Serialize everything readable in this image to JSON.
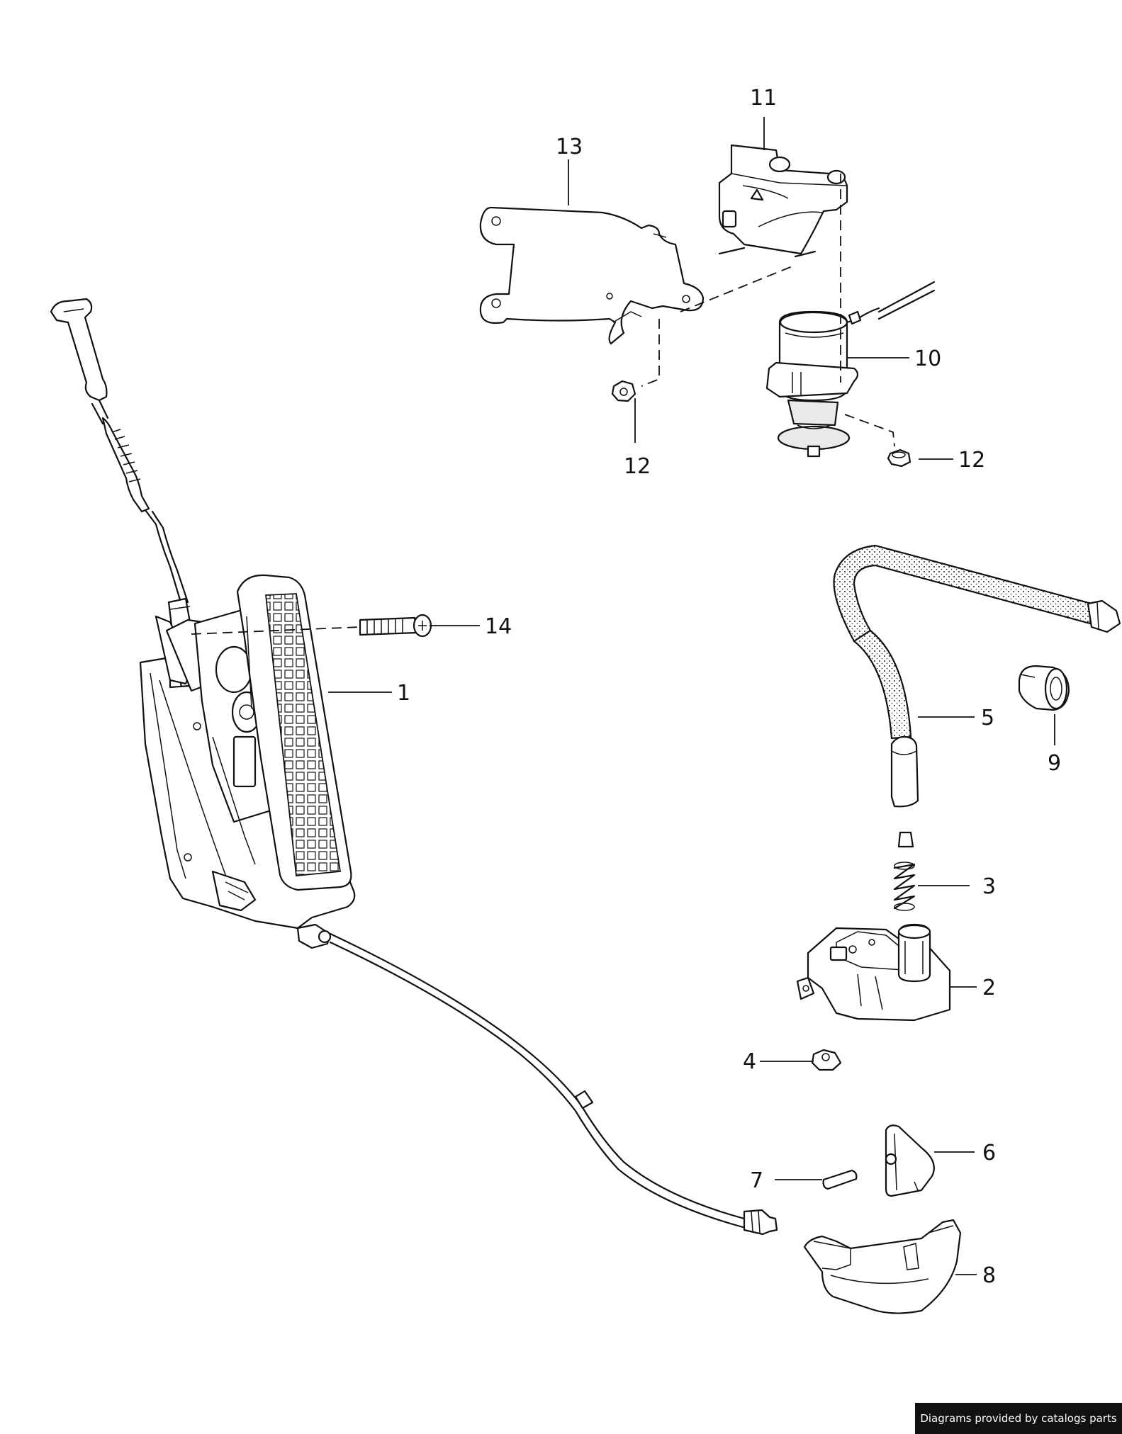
{
  "callouts": {
    "c1": "1",
    "c2": "2",
    "c3": "3",
    "c4": "4",
    "c5": "5",
    "c6": "6",
    "c7": "7",
    "c8": "8",
    "c9": "9",
    "c10": "10",
    "c11": "11",
    "c12a": "12",
    "c12b": "12",
    "c13": "13",
    "c14": "14"
  },
  "credit": "Diagrams provided by catalogs parts"
}
